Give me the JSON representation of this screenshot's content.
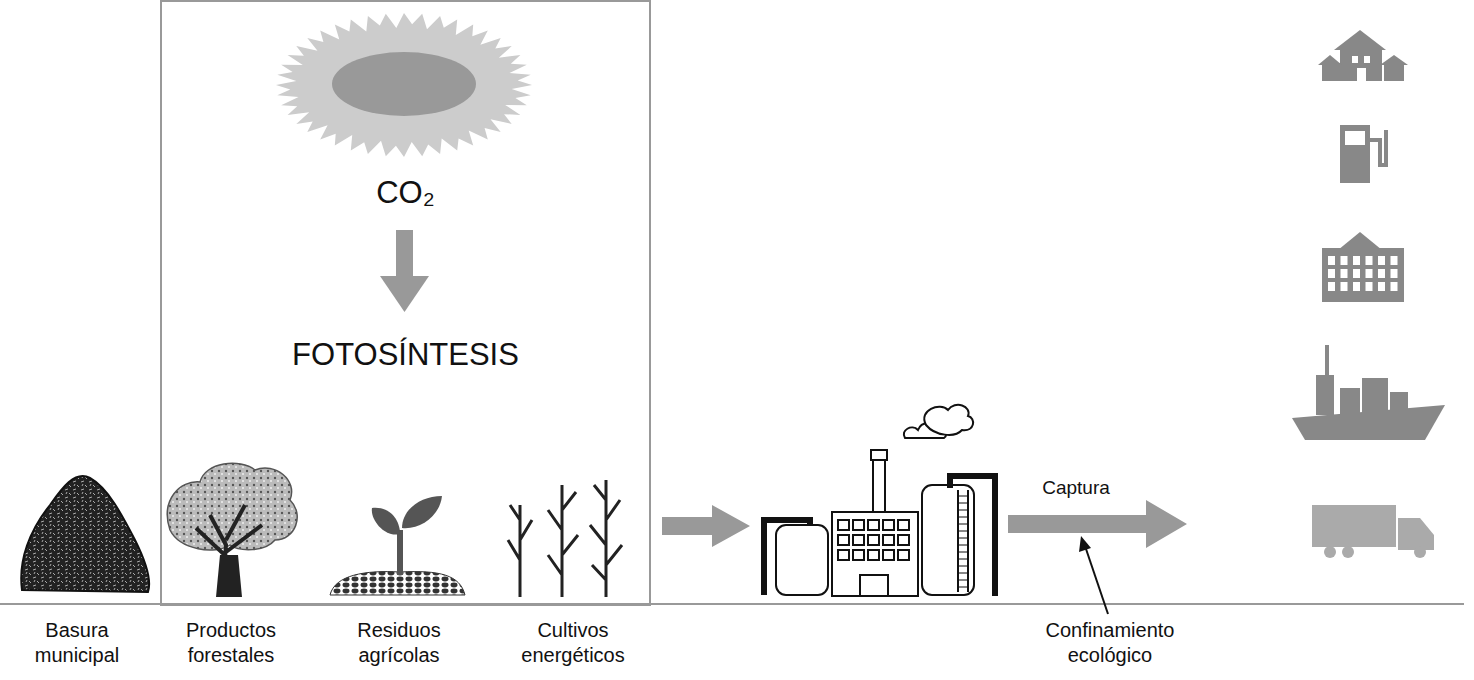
{
  "diagram": {
    "nodes": [
      {
        "text": [
          "CO₂",
          "FOTOSÍNTESIS"
        ]
      }
    ],
    "labels": [
      "Basura municipal",
      "Productos forestales",
      "Residuos agrícolas",
      "Cultivos energéticos",
      "Captura",
      "Confinamiento ecológico"
    ]
  }
}
